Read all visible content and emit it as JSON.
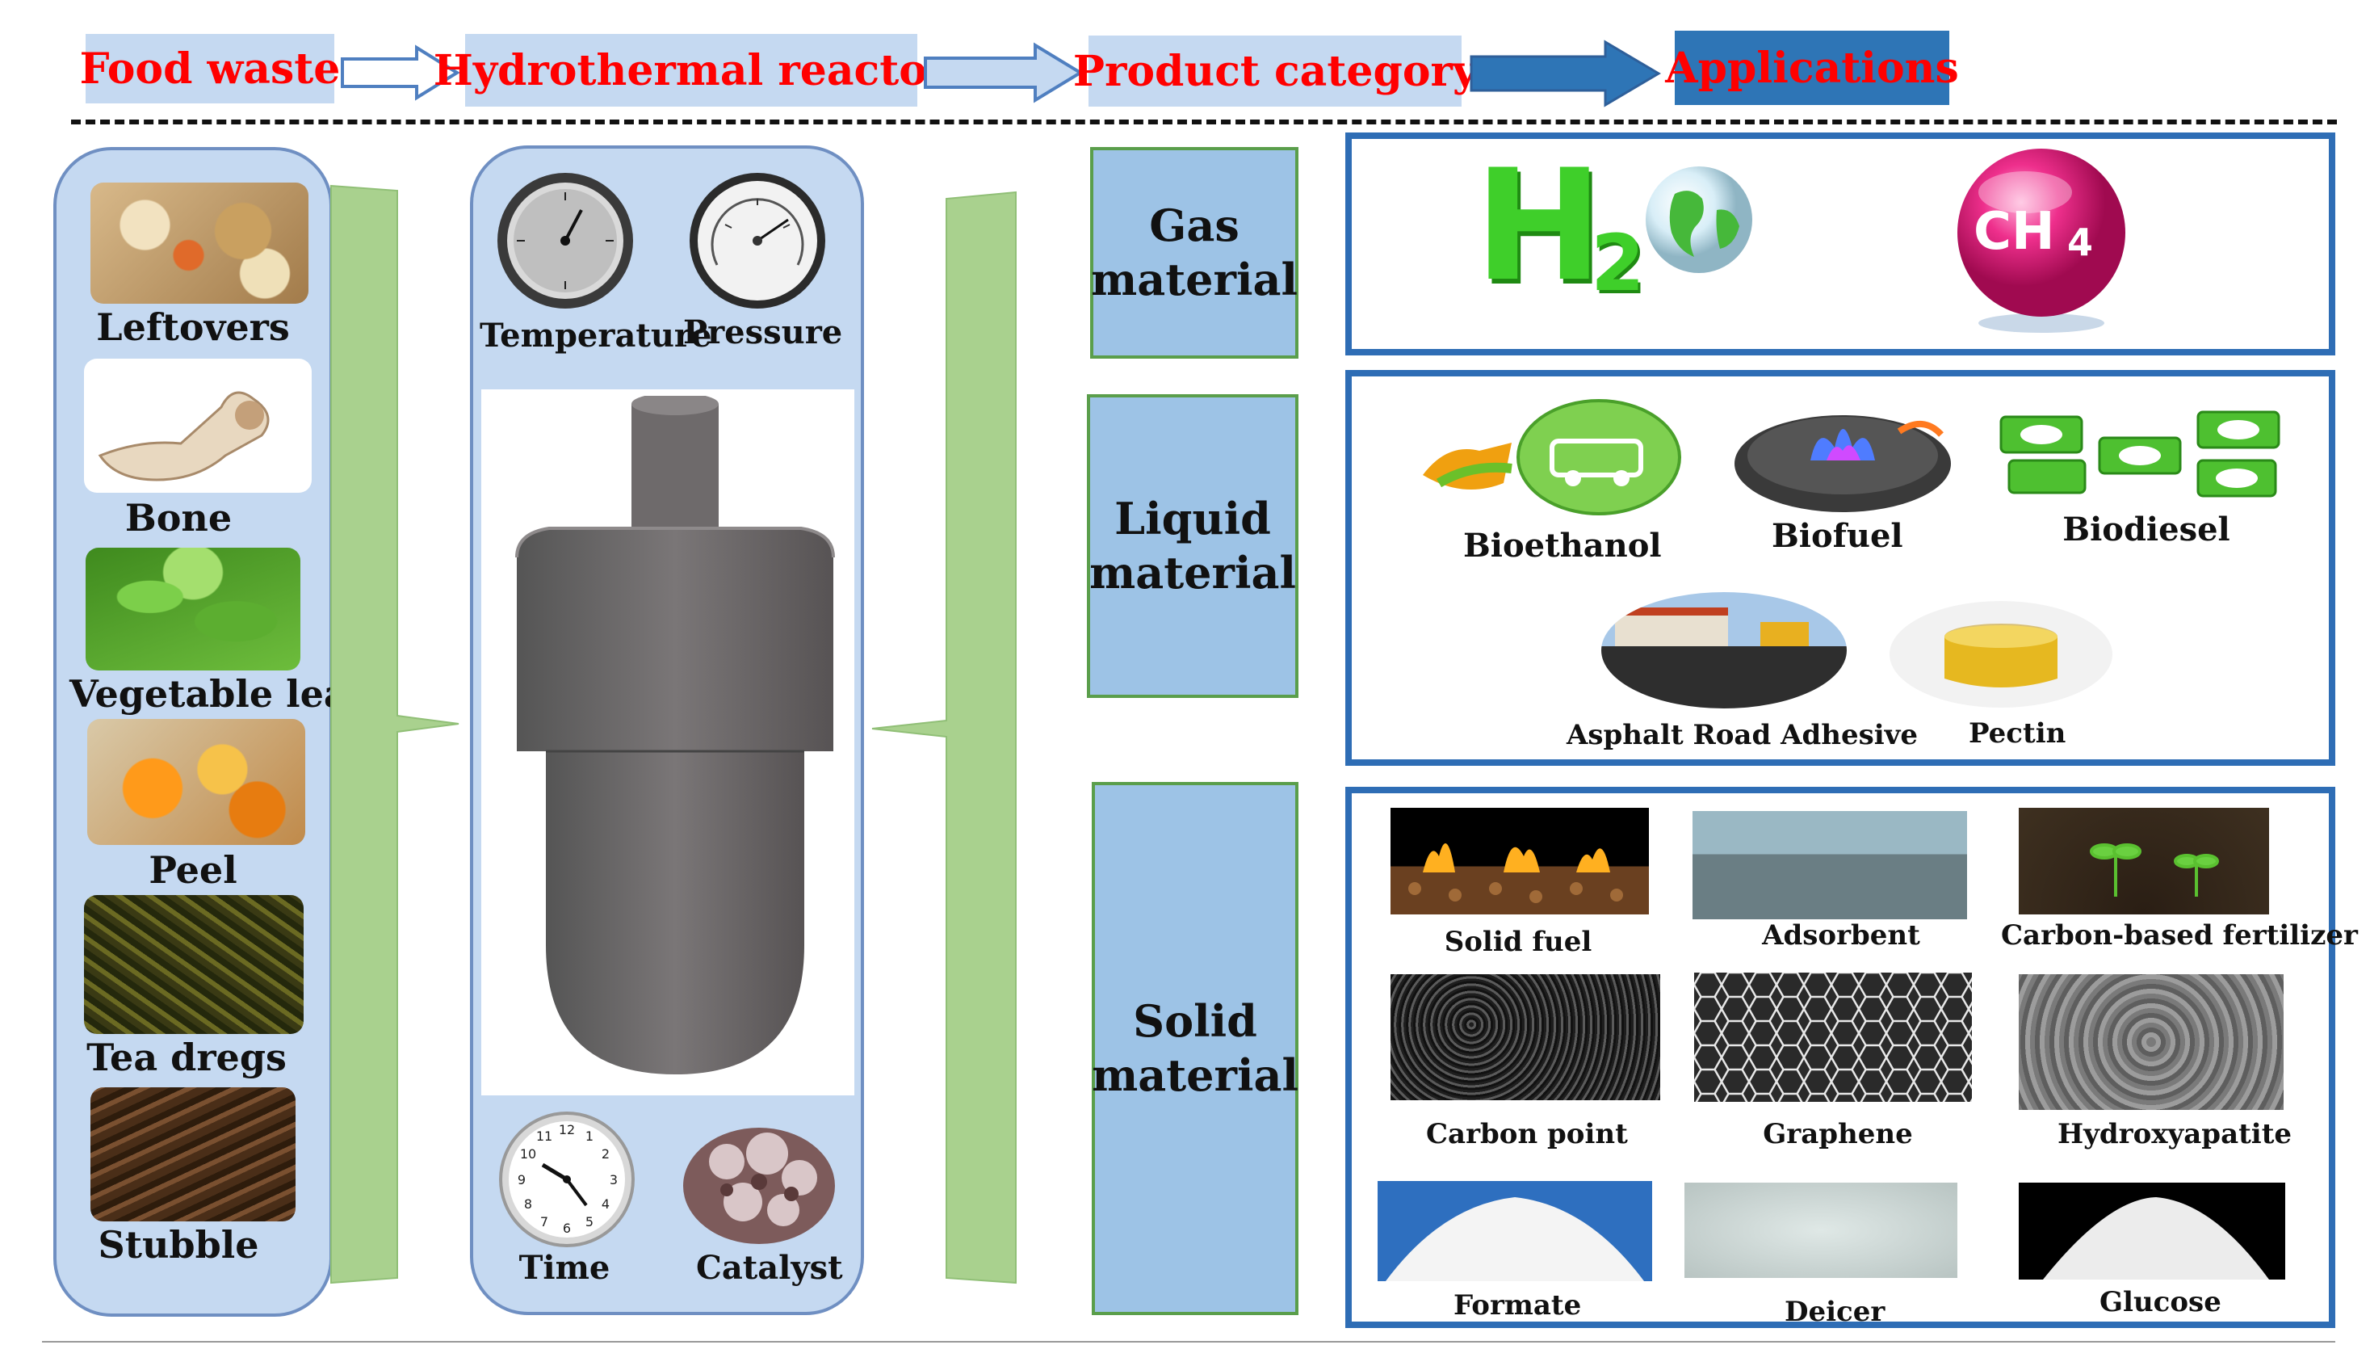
{
  "header": {
    "steps": [
      "Food waste",
      "Hydrothermal  reactor",
      "Product  category",
      "Applications"
    ]
  },
  "food_waste": {
    "items": [
      "Leftovers",
      "Bone",
      "Vegetable leaf",
      "Peel",
      "Tea dregs",
      "Stubble"
    ]
  },
  "reactor": {
    "gauges": [
      "Temperature",
      "Pressure"
    ],
    "conditions": [
      "Time",
      "Catalyst"
    ],
    "clock_numbers": [
      "12",
      "1",
      "2",
      "3",
      "4",
      "5",
      "6",
      "7",
      "8",
      "9",
      "10",
      "11"
    ]
  },
  "categories": [
    "Gas material",
    "Liquid material",
    "Solid material"
  ],
  "applications": {
    "gas": {
      "h2_text": "H",
      "h2_sub": "2",
      "ch4_text": "CH",
      "ch4_sub": "4"
    },
    "liquid": [
      "Bioethanol",
      "Biofuel",
      "Biodiesel",
      "Asphalt Road Adhesive",
      "Pectin"
    ],
    "solid": [
      "Solid fuel",
      "Adsorbent",
      "Carbon-based fertilizer",
      "Carbon point",
      "Graphene",
      "Hydroxyapatite",
      "Formate",
      "Deicer",
      "Glucose"
    ]
  },
  "colors": {
    "header_bg": "#c5d9f1",
    "header_dark": "#2e75b6",
    "header_text": "#ff0000",
    "brace": "#a9d18e",
    "app_border": "#2e6db5",
    "category_bg": "#9dc3e6"
  }
}
